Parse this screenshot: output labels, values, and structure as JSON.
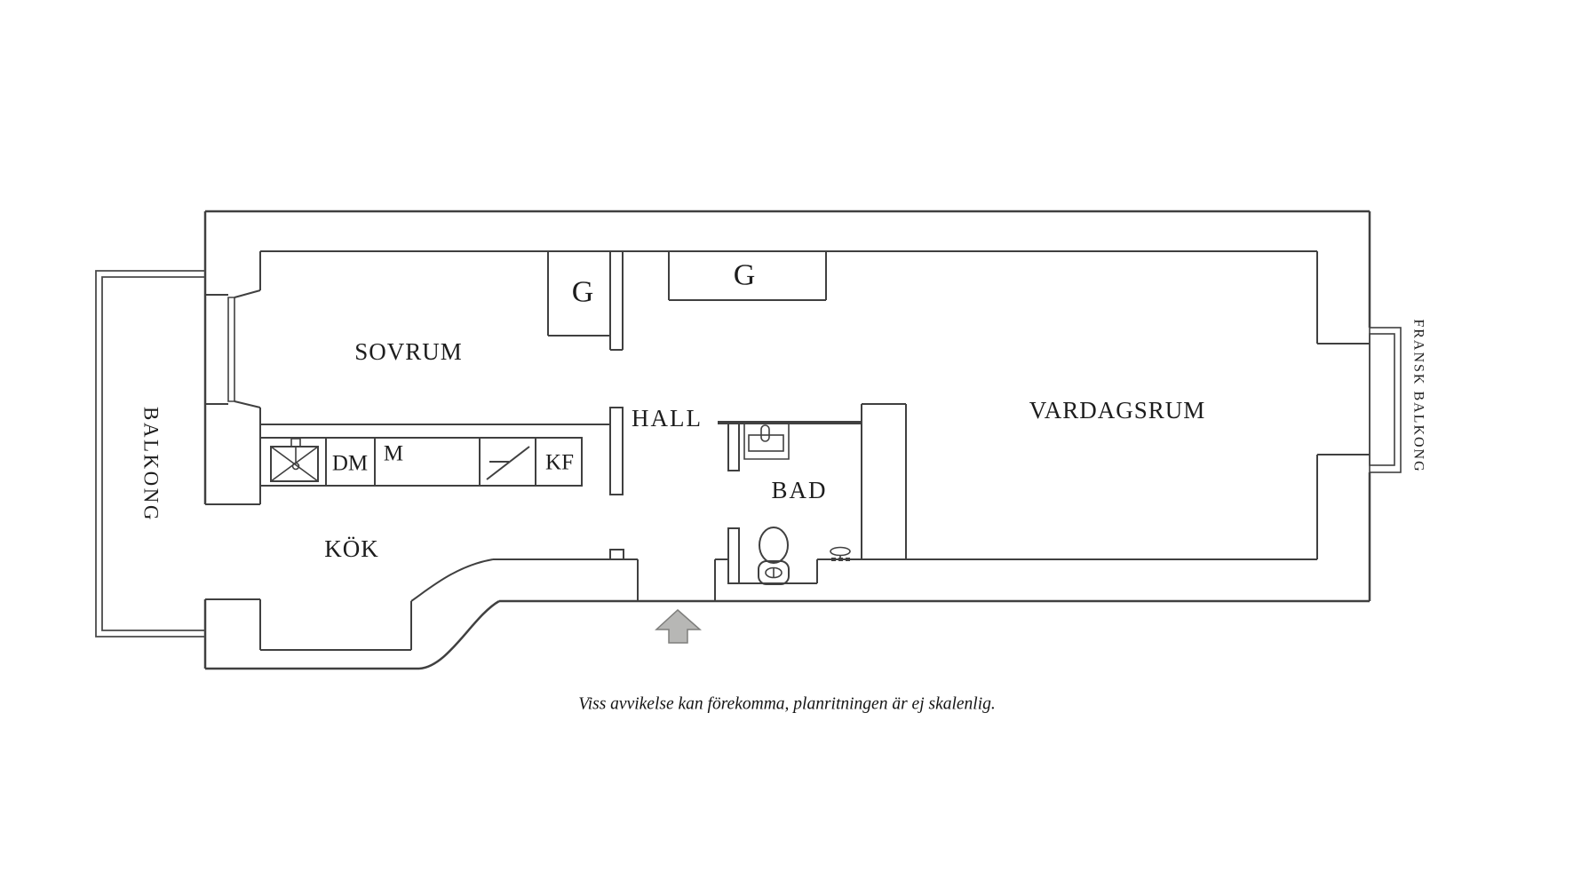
{
  "floorplan": {
    "rooms": {
      "sovrum": {
        "label": "SOVRUM"
      },
      "kok": {
        "label": "KÖK"
      },
      "hall": {
        "label": "HALL"
      },
      "bad": {
        "label": "BAD"
      },
      "vardagsrum": {
        "label": "VARDAGSRUM"
      },
      "balkong": {
        "label": "BALKONG"
      },
      "fransk_balkong": {
        "label": "FRANSK BALKONG"
      }
    },
    "closets": {
      "g_sovrum": {
        "label": "G"
      },
      "g_hall": {
        "label": "G"
      }
    },
    "appliances": {
      "dm": {
        "label": "DM"
      },
      "m": {
        "label": "M"
      },
      "kf": {
        "label": "KF"
      }
    },
    "icons": {
      "entrance_arrow": "up-arrow",
      "kitchen_sink": "sink-with-cross",
      "bath_sink": "washbasin",
      "toilet": "toilet",
      "floor_drain": "floor-drain",
      "balcony_door": "window-double-line"
    },
    "disclaimer": "Viss avvikelse kan förekomma, planritningen är ej skalenlig.",
    "colors": {
      "line": "#404040",
      "text": "#1d1d1d",
      "arrow_fill": "#b7b7b5",
      "arrow_stroke": "#7e7e7c",
      "background": "#ffffff"
    }
  }
}
